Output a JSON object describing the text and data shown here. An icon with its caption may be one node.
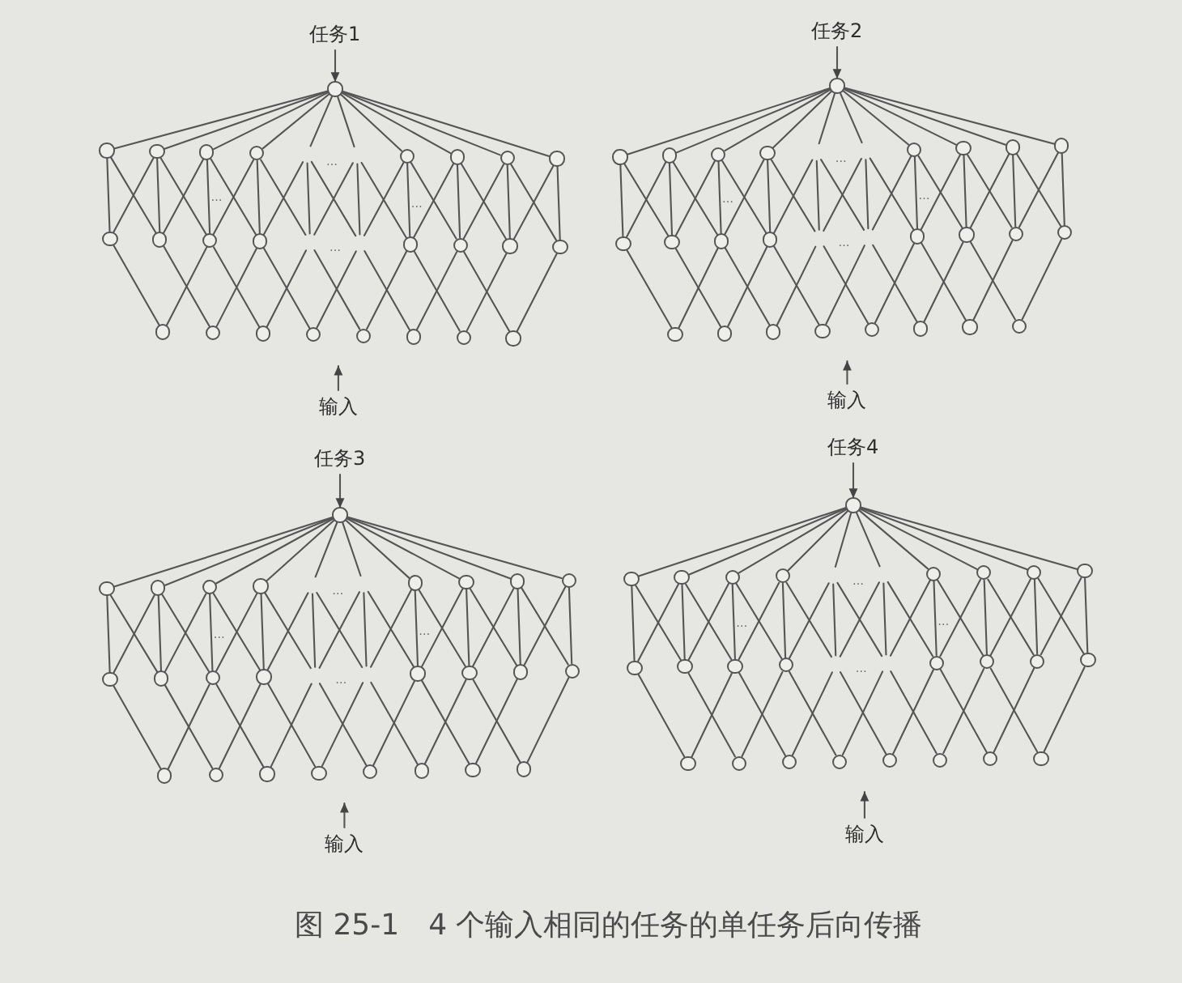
{
  "diagram": {
    "caption": "图 25-1　4 个输入相同的任务的单任务后向传播",
    "nodes": [
      {
        "text": [
          "任务1"
        ]
      },
      {
        "text": [],
        "shape": "circle"
      },
      {
        "text": [],
        "shape": "circle"
      },
      {
        "text": [],
        "shape": "circle"
      },
      {
        "text": [],
        "shape": "circle"
      },
      {
        "text": [],
        "shape": "circle"
      },
      {
        "text": [],
        "shape": "circle"
      },
      {
        "text": [],
        "shape": "circle"
      },
      {
        "text": [],
        "shape": "circle"
      },
      {
        "text": [],
        "shape": "circle"
      },
      {
        "text": [],
        "shape": "circle"
      },
      {
        "text": [],
        "shape": "circle"
      },
      {
        "text": [],
        "shape": "circle"
      },
      {
        "text": [],
        "shape": "circle"
      },
      {
        "text": [],
        "shape": "circle"
      },
      {
        "text": [],
        "shape": "circle"
      },
      {
        "text": [],
        "shape": "circle"
      },
      {
        "text": [],
        "shape": "circle"
      },
      {
        "text": [],
        "shape": "circle"
      },
      {
        "text": [],
        "shape": "circle"
      },
      {
        "text": [],
        "shape": "circle"
      },
      {
        "text": [],
        "shape": "circle"
      },
      {
        "text": [],
        "shape": "circle"
      },
      {
        "text": [],
        "shape": "circle"
      },
      {
        "text": [],
        "shape": "circle"
      },
      {
        "text": [],
        "shape": "circle"
      },
      {
        "text": [
          "输入"
        ]
      },
      {
        "text": [
          "任务2"
        ]
      },
      {
        "text": [],
        "shape": "circle"
      },
      {
        "text": [],
        "shape": "circle"
      },
      {
        "text": [],
        "shape": "circle"
      },
      {
        "text": [],
        "shape": "circle"
      },
      {
        "text": [],
        "shape": "circle"
      },
      {
        "text": [],
        "shape": "circle"
      },
      {
        "text": [],
        "shape": "circle"
      },
      {
        "text": [],
        "shape": "circle"
      },
      {
        "text": [],
        "shape": "circle"
      },
      {
        "text": [],
        "shape": "circle"
      },
      {
        "text": [],
        "shape": "circle"
      },
      {
        "text": [],
        "shape": "circle"
      },
      {
        "text": [],
        "shape": "circle"
      },
      {
        "text": [],
        "shape": "circle"
      },
      {
        "text": [],
        "shape": "circle"
      },
      {
        "text": [],
        "shape": "circle"
      },
      {
        "text": [],
        "shape": "circle"
      },
      {
        "text": [],
        "shape": "circle"
      },
      {
        "text": [],
        "shape": "circle"
      },
      {
        "text": [],
        "shape": "circle"
      },
      {
        "text": [],
        "shape": "circle"
      },
      {
        "text": [],
        "shape": "circle"
      },
      {
        "text": [],
        "shape": "circle"
      },
      {
        "text": [],
        "shape": "circle"
      },
      {
        "text": [],
        "shape": "circle"
      },
      {
        "text": [
          "输入"
        ]
      },
      {
        "text": [
          "任务3"
        ]
      },
      {
        "text": [],
        "shape": "circle"
      },
      {
        "text": [],
        "shape": "circle"
      },
      {
        "text": [],
        "shape": "circle"
      },
      {
        "text": [],
        "shape": "circle"
      },
      {
        "text": [],
        "shape": "circle"
      },
      {
        "text": [],
        "shape": "circle"
      },
      {
        "text": [],
        "shape": "circle"
      },
      {
        "text": [],
        "shape": "circle"
      },
      {
        "text": [],
        "shape": "circle"
      },
      {
        "text": [],
        "shape": "circle"
      },
      {
        "text": [],
        "shape": "circle"
      },
      {
        "text": [],
        "shape": "circle"
      },
      {
        "text": [],
        "shape": "circle"
      },
      {
        "text": [],
        "shape": "circle"
      },
      {
        "text": [],
        "shape": "circle"
      },
      {
        "text": [],
        "shape": "circle"
      },
      {
        "text": [],
        "shape": "circle"
      },
      {
        "text": [],
        "shape": "circle"
      },
      {
        "text": [],
        "shape": "circle"
      },
      {
        "text": [],
        "shape": "circle"
      },
      {
        "text": [],
        "shape": "circle"
      },
      {
        "text": [],
        "shape": "circle"
      },
      {
        "text": [],
        "shape": "circle"
      },
      {
        "text": [],
        "shape": "circle"
      },
      {
        "text": [],
        "shape": "circle"
      },
      {
        "text": [
          "输入"
        ]
      },
      {
        "text": [
          "任务4"
        ]
      },
      {
        "text": [],
        "shape": "circle"
      },
      {
        "text": [],
        "shape": "circle"
      },
      {
        "text": [],
        "shape": "circle"
      },
      {
        "text": [],
        "shape": "circle"
      },
      {
        "text": [],
        "shape": "circle"
      },
      {
        "text": [],
        "shape": "circle"
      },
      {
        "text": [],
        "shape": "circle"
      },
      {
        "text": [],
        "shape": "circle"
      },
      {
        "text": [],
        "shape": "circle"
      },
      {
        "text": [],
        "shape": "circle"
      },
      {
        "text": [],
        "shape": "circle"
      },
      {
        "text": [],
        "shape": "circle"
      },
      {
        "text": [],
        "shape": "circle"
      },
      {
        "text": [],
        "shape": "circle"
      },
      {
        "text": [],
        "shape": "circle"
      },
      {
        "text": [],
        "shape": "circle"
      },
      {
        "text": [],
        "shape": "circle"
      },
      {
        "text": [],
        "shape": "circle"
      },
      {
        "text": [],
        "shape": "circle"
      },
      {
        "text": [],
        "shape": "circle"
      },
      {
        "text": [],
        "shape": "circle"
      },
      {
        "text": [],
        "shape": "circle"
      },
      {
        "text": [],
        "shape": "circle"
      },
      {
        "text": [],
        "shape": "circle"
      },
      {
        "text": [],
        "shape": "circle"
      },
      {
        "text": [
          "输入"
        ]
      }
    ],
    "edges": [
      {
        "from": 0,
        "to": 1,
        "arrow": "to"
      },
      {
        "from": 1,
        "to": 2,
        "arrow": "none"
      },
      {
        "from": 1,
        "to": 3,
        "arrow": "none"
      },
      {
        "from": 1,
        "to": 4,
        "arrow": "none"
      },
      {
        "from": 1,
        "to": 5,
        "arrow": "none"
      },
      {
        "from": 1,
        "to": null,
        "arrow": "none"
      },
      {
        "from": 1,
        "to": null,
        "arrow": "none"
      },
      {
        "from": 1,
        "to": 6,
        "arrow": "none"
      },
      {
        "from": 1,
        "to": 7,
        "arrow": "none"
      },
      {
        "from": 1,
        "to": 8,
        "arrow": "none"
      },
      {
        "from": 1,
        "to": 9,
        "arrow": "none"
      },
      {
        "from": 2,
        "to": 10,
        "arrow": "none"
      },
      {
        "from": 2,
        "to": 11,
        "arrow": "none"
      },
      {
        "from": 3,
        "to": 10,
        "arrow": "none"
      },
      {
        "from": 3,
        "to": 11,
        "arrow": "none"
      },
      {
        "from": 3,
        "to": 12,
        "arrow": "none"
      },
      {
        "from": 4,
        "to": 11,
        "arrow": "none"
      },
      {
        "from": 4,
        "to": 12,
        "arrow": "none"
      },
      {
        "from": 4,
        "to": 13,
        "arrow": "none"
      },
      {
        "from": 5,
        "to": 12,
        "arrow": "none"
      },
      {
        "from": 5,
        "to": 13,
        "arrow": "none"
      },
      {
        "from": 5,
        "to": null,
        "arrow": "none"
      },
      {
        "from": null,
        "to": 13,
        "arrow": "none"
      },
      {
        "from": null,
        "to": 14,
        "arrow": "none"
      },
      {
        "from": 6,
        "to": null,
        "arrow": "none"
      },
      {
        "from": 6,
        "to": 14,
        "arrow": "none"
      },
      {
        "from": 6,
        "to": 15,
        "arrow": "none"
      },
      {
        "from": 7,
        "to": 14,
        "arrow": "none"
      },
      {
        "from": 7,
        "to": 15,
        "arrow": "none"
      },
      {
        "from": 7,
        "to": 16,
        "arrow": "none"
      },
      {
        "from": 8,
        "to": 15,
        "arrow": "none"
      },
      {
        "from": 8,
        "to": 16,
        "arrow": "none"
      },
      {
        "from": 8,
        "to": 17,
        "arrow": "none"
      },
      {
        "from": 9,
        "to": 16,
        "arrow": "none"
      },
      {
        "from": 9,
        "to": 17,
        "arrow": "none"
      },
      {
        "from": 10,
        "to": 18,
        "arrow": "none"
      },
      {
        "from": 12,
        "to": 18,
        "arrow": "none"
      },
      {
        "from": 11,
        "to": 19,
        "arrow": "none"
      },
      {
        "from": 13,
        "to": 19,
        "arrow": "none"
      },
      {
        "from": 12,
        "to": 20,
        "arrow": "none"
      },
      {
        "from": null,
        "to": 20,
        "arrow": "none"
      },
      {
        "from": 13,
        "to": 21,
        "arrow": "none"
      },
      {
        "from": null,
        "to": 21,
        "arrow": "none"
      },
      {
        "from": null,
        "to": 22,
        "arrow": "none"
      },
      {
        "from": 14,
        "to": 22,
        "arrow": "none"
      },
      {
        "from": null,
        "to": 23,
        "arrow": "none"
      },
      {
        "from": 15,
        "to": 23,
        "arrow": "none"
      },
      {
        "from": 14,
        "to": 24,
        "arrow": "none"
      },
      {
        "from": 16,
        "to": 24,
        "arrow": "none"
      },
      {
        "from": 15,
        "to": 25,
        "arrow": "none"
      },
      {
        "from": 17,
        "to": 25,
        "arrow": "none"
      },
      {
        "from": 26,
        "to": null,
        "arrow": "to"
      },
      {
        "from": 27,
        "to": 28,
        "arrow": "to"
      },
      {
        "from": 28,
        "to": 29,
        "arrow": "none"
      },
      {
        "from": 28,
        "to": 30,
        "arrow": "none"
      },
      {
        "from": 28,
        "to": 31,
        "arrow": "none"
      },
      {
        "from": 28,
        "to": 32,
        "arrow": "none"
      },
      {
        "from": 28,
        "to": null,
        "arrow": "none"
      },
      {
        "from": 28,
        "to": null,
        "arrow": "none"
      },
      {
        "from": 28,
        "to": 33,
        "arrow": "none"
      },
      {
        "from": 28,
        "to": 34,
        "arrow": "none"
      },
      {
        "from": 28,
        "to": 35,
        "arrow": "none"
      },
      {
        "from": 28,
        "to": 36,
        "arrow": "none"
      },
      {
        "from": 29,
        "to": 37,
        "arrow": "none"
      },
      {
        "from": 29,
        "to": 38,
        "arrow": "none"
      },
      {
        "from": 30,
        "to": 37,
        "arrow": "none"
      },
      {
        "from": 30,
        "to": 38,
        "arrow": "none"
      },
      {
        "from": 30,
        "to": 39,
        "arrow": "none"
      },
      {
        "from": 31,
        "to": 38,
        "arrow": "none"
      },
      {
        "from": 31,
        "to": 39,
        "arrow": "none"
      },
      {
        "from": 31,
        "to": 40,
        "arrow": "none"
      },
      {
        "from": 32,
        "to": 39,
        "arrow": "none"
      },
      {
        "from": 32,
        "to": 40,
        "arrow": "none"
      },
      {
        "from": 32,
        "to": null,
        "arrow": "none"
      },
      {
        "from": null,
        "to": 40,
        "arrow": "none"
      },
      {
        "from": null,
        "to": 41,
        "arrow": "none"
      },
      {
        "from": 33,
        "to": null,
        "arrow": "none"
      },
      {
        "from": 33,
        "to": 41,
        "arrow": "none"
      },
      {
        "from": 33,
        "to": 42,
        "arrow": "none"
      },
      {
        "from": 34,
        "to": 41,
        "arrow": "none"
      },
      {
        "from": 34,
        "to": 42,
        "arrow": "none"
      },
      {
        "from": 34,
        "to": 43,
        "arrow": "none"
      },
      {
        "from": 35,
        "to": 42,
        "arrow": "none"
      },
      {
        "from": 35,
        "to": 43,
        "arrow": "none"
      },
      {
        "from": 35,
        "to": 44,
        "arrow": "none"
      },
      {
        "from": 36,
        "to": 43,
        "arrow": "none"
      },
      {
        "from": 36,
        "to": 44,
        "arrow": "none"
      },
      {
        "from": 37,
        "to": 45,
        "arrow": "none"
      },
      {
        "from": 39,
        "to": 45,
        "arrow": "none"
      },
      {
        "from": 38,
        "to": 46,
        "arrow": "none"
      },
      {
        "from": 40,
        "to": 46,
        "arrow": "none"
      },
      {
        "from": 39,
        "to": 47,
        "arrow": "none"
      },
      {
        "from": null,
        "to": 47,
        "arrow": "none"
      },
      {
        "from": 40,
        "to": 48,
        "arrow": "none"
      },
      {
        "from": null,
        "to": 48,
        "arrow": "none"
      },
      {
        "from": null,
        "to": 49,
        "arrow": "none"
      },
      {
        "from": 41,
        "to": 49,
        "arrow": "none"
      },
      {
        "from": null,
        "to": 50,
        "arrow": "none"
      },
      {
        "from": 42,
        "to": 50,
        "arrow": "none"
      },
      {
        "from": 41,
        "to": 51,
        "arrow": "none"
      },
      {
        "from": 43,
        "to": 51,
        "arrow": "none"
      },
      {
        "from": 42,
        "to": 52,
        "arrow": "none"
      },
      {
        "from": 44,
        "to": 52,
        "arrow": "none"
      },
      {
        "from": 53,
        "to": null,
        "arrow": "to"
      },
      {
        "from": 54,
        "to": 55,
        "arrow": "to"
      },
      {
        "from": 55,
        "to": 56,
        "arrow": "none"
      },
      {
        "from": 55,
        "to": 57,
        "arrow": "none"
      },
      {
        "from": 55,
        "to": 58,
        "arrow": "none"
      },
      {
        "from": 55,
        "to": 59,
        "arrow": "none"
      },
      {
        "from": 55,
        "to": null,
        "arrow": "none"
      },
      {
        "from": 55,
        "to": null,
        "arrow": "none"
      },
      {
        "from": 55,
        "to": 60,
        "arrow": "none"
      },
      {
        "from": 55,
        "to": 61,
        "arrow": "none"
      },
      {
        "from": 55,
        "to": 62,
        "arrow": "none"
      },
      {
        "from": 55,
        "to": 63,
        "arrow": "none"
      },
      {
        "from": 56,
        "to": 64,
        "arrow": "none"
      },
      {
        "from": 56,
        "to": 65,
        "arrow": "none"
      },
      {
        "from": 57,
        "to": 64,
        "arrow": "none"
      },
      {
        "from": 57,
        "to": 65,
        "arrow": "none"
      },
      {
        "from": 57,
        "to": 66,
        "arrow": "none"
      },
      {
        "from": 58,
        "to": 65,
        "arrow": "none"
      },
      {
        "from": 58,
        "to": 66,
        "arrow": "none"
      },
      {
        "from": 58,
        "to": 67,
        "arrow": "none"
      },
      {
        "from": 59,
        "to": 66,
        "arrow": "none"
      },
      {
        "from": 59,
        "to": 67,
        "arrow": "none"
      },
      {
        "from": 59,
        "to": null,
        "arrow": "none"
      },
      {
        "from": null,
        "to": 67,
        "arrow": "none"
      },
      {
        "from": null,
        "to": 68,
        "arrow": "none"
      },
      {
        "from": 60,
        "to": null,
        "arrow": "none"
      },
      {
        "from": 60,
        "to": 68,
        "arrow": "none"
      },
      {
        "from": 60,
        "to": 69,
        "arrow": "none"
      },
      {
        "from": 61,
        "to": 68,
        "arrow": "none"
      },
      {
        "from": 61,
        "to": 69,
        "arrow": "none"
      },
      {
        "from": 61,
        "to": 70,
        "arrow": "none"
      },
      {
        "from": 62,
        "to": 69,
        "arrow": "none"
      },
      {
        "from": 62,
        "to": 70,
        "arrow": "none"
      },
      {
        "from": 62,
        "to": 71,
        "arrow": "none"
      },
      {
        "from": 63,
        "to": 70,
        "arrow": "none"
      },
      {
        "from": 63,
        "to": 71,
        "arrow": "none"
      },
      {
        "from": 64,
        "to": 72,
        "arrow": "none"
      },
      {
        "from": 66,
        "to": 72,
        "arrow": "none"
      },
      {
        "from": 65,
        "to": 73,
        "arrow": "none"
      },
      {
        "from": 67,
        "to": 73,
        "arrow": "none"
      },
      {
        "from": 66,
        "to": 74,
        "arrow": "none"
      },
      {
        "from": null,
        "to": 74,
        "arrow": "none"
      },
      {
        "from": 67,
        "to": 75,
        "arrow": "none"
      },
      {
        "from": null,
        "to": 75,
        "arrow": "none"
      },
      {
        "from": null,
        "to": 76,
        "arrow": "none"
      },
      {
        "from": 68,
        "to": 76,
        "arrow": "none"
      },
      {
        "from": null,
        "to": 77,
        "arrow": "none"
      },
      {
        "from": 69,
        "to": 77,
        "arrow": "none"
      },
      {
        "from": 68,
        "to": 78,
        "arrow": "none"
      },
      {
        "from": 70,
        "to": 78,
        "arrow": "none"
      },
      {
        "from": 69,
        "to": 79,
        "arrow": "none"
      },
      {
        "from": 71,
        "to": 79,
        "arrow": "none"
      },
      {
        "from": 80,
        "to": null,
        "arrow": "to"
      },
      {
        "from": 81,
        "to": 82,
        "arrow": "to"
      },
      {
        "from": 82,
        "to": 83,
        "arrow": "none"
      },
      {
        "from": 82,
        "to": 84,
        "arrow": "none"
      },
      {
        "from": 82,
        "to": 85,
        "arrow": "none"
      },
      {
        "from": 82,
        "to": 86,
        "arrow": "none"
      },
      {
        "from": 82,
        "to": null,
        "arrow": "none"
      },
      {
        "from": 82,
        "to": null,
        "arrow": "none"
      },
      {
        "from": 82,
        "to": 87,
        "arrow": "none"
      },
      {
        "from": 82,
        "to": 88,
        "arrow": "none"
      },
      {
        "from": 82,
        "to": 89,
        "arrow": "none"
      },
      {
        "from": 82,
        "to": 90,
        "arrow": "none"
      },
      {
        "from": 83,
        "to": 91,
        "arrow": "none"
      },
      {
        "from": 83,
        "to": 92,
        "arrow": "none"
      },
      {
        "from": 84,
        "to": 91,
        "arrow": "none"
      },
      {
        "from": 84,
        "to": 92,
        "arrow": "none"
      },
      {
        "from": 84,
        "to": 93,
        "arrow": "none"
      },
      {
        "from": 85,
        "to": 92,
        "arrow": "none"
      },
      {
        "from": 85,
        "to": 93,
        "arrow": "none"
      },
      {
        "from": 85,
        "to": 94,
        "arrow": "none"
      },
      {
        "from": 86,
        "to": 93,
        "arrow": "none"
      },
      {
        "from": 86,
        "to": 94,
        "arrow": "none"
      },
      {
        "from": 86,
        "to": null,
        "arrow": "none"
      },
      {
        "from": null,
        "to": 94,
        "arrow": "none"
      },
      {
        "from": null,
        "to": 95,
        "arrow": "none"
      },
      {
        "from": 87,
        "to": null,
        "arrow": "none"
      },
      {
        "from": 87,
        "to": 95,
        "arrow": "none"
      },
      {
        "from": 87,
        "to": 96,
        "arrow": "none"
      },
      {
        "from": 88,
        "to": 95,
        "arrow": "none"
      },
      {
        "from": 88,
        "to": 96,
        "arrow": "none"
      },
      {
        "from": 88,
        "to": 97,
        "arrow": "none"
      },
      {
        "from": 89,
        "to": 96,
        "arrow": "none"
      },
      {
        "from": 89,
        "to": 97,
        "arrow": "none"
      },
      {
        "from": 89,
        "to": 98,
        "arrow": "none"
      },
      {
        "from": 90,
        "to": 97,
        "arrow": "none"
      },
      {
        "from": 90,
        "to": 98,
        "arrow": "none"
      },
      {
        "from": 91,
        "to": 99,
        "arrow": "none"
      },
      {
        "from": 93,
        "to": 99,
        "arrow": "none"
      },
      {
        "from": 92,
        "to": 100,
        "arrow": "none"
      },
      {
        "from": 94,
        "to": 100,
        "arrow": "none"
      },
      {
        "from": 93,
        "to": 101,
        "arrow": "none"
      },
      {
        "from": null,
        "to": 101,
        "arrow": "none"
      },
      {
        "from": 94,
        "to": 102,
        "arrow": "none"
      },
      {
        "from": null,
        "to": 102,
        "arrow": "none"
      },
      {
        "from": null,
        "to": 103,
        "arrow": "none"
      },
      {
        "from": 95,
        "to": 103,
        "arrow": "none"
      },
      {
        "from": null,
        "to": 104,
        "arrow": "none"
      },
      {
        "from": 96,
        "to": 104,
        "arrow": "none"
      },
      {
        "from": 95,
        "to": 105,
        "arrow": "none"
      },
      {
        "from": 97,
        "to": 105,
        "arrow": "none"
      },
      {
        "from": 96,
        "to": 106,
        "arrow": "none"
      },
      {
        "from": 98,
        "to": 106,
        "arrow": "none"
      },
      {
        "from": 107,
        "to": null,
        "arrow": "to"
      }
    ],
    "labels": [
      "…",
      "…",
      "…",
      "…",
      "…",
      "…",
      "…",
      "…",
      "…",
      "…",
      "…",
      "…",
      "…",
      "…",
      "…",
      "…"
    ]
  }
}
